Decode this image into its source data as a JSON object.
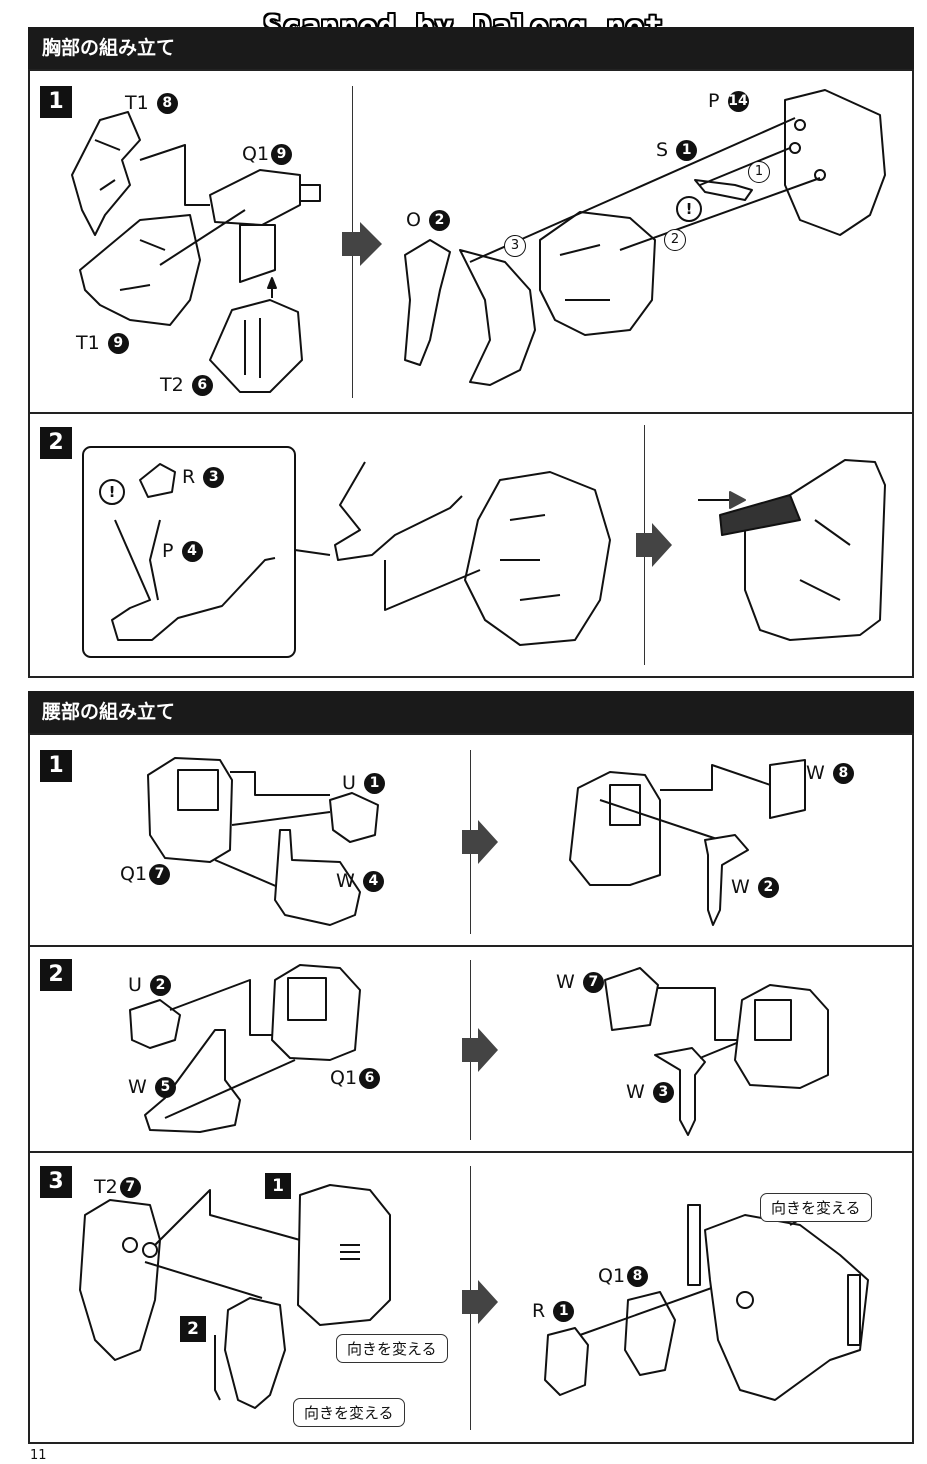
{
  "watermark": "Scanned by Dalong.net",
  "sections": {
    "chest": {
      "title": "胸部の組み立て"
    },
    "waist": {
      "title": "腰部の組み立て"
    }
  },
  "chest_step1": {
    "step": "1",
    "labels": [
      "T1",
      "Q1",
      "T1",
      "T2",
      "P",
      "S",
      "O"
    ],
    "nums": [
      "8",
      "9",
      "9",
      "6",
      "14",
      "1",
      "2"
    ],
    "order": [
      "1",
      "2",
      "3"
    ]
  },
  "chest_step2": {
    "step": "2",
    "labels": [
      "R",
      "P"
    ],
    "nums": [
      "3",
      "4"
    ]
  },
  "waist_step1": {
    "step": "1",
    "labels": [
      "U",
      "Q1",
      "W",
      "W",
      "W"
    ],
    "nums": [
      "1",
      "7",
      "4",
      "8",
      "2"
    ]
  },
  "waist_step2": {
    "step": "2",
    "labels": [
      "U",
      "W",
      "Q1",
      "W",
      "W"
    ],
    "nums": [
      "2",
      "5",
      "6",
      "7",
      "3"
    ]
  },
  "waist_step3": {
    "step": "3",
    "labels": [
      "T2",
      "R",
      "Q1"
    ],
    "nums": [
      "7",
      "1",
      "8"
    ],
    "callouts": [
      "1",
      "2"
    ],
    "notes": [
      "向きを変える",
      "向きを変える",
      "向きを変える"
    ]
  },
  "page_number": "11"
}
